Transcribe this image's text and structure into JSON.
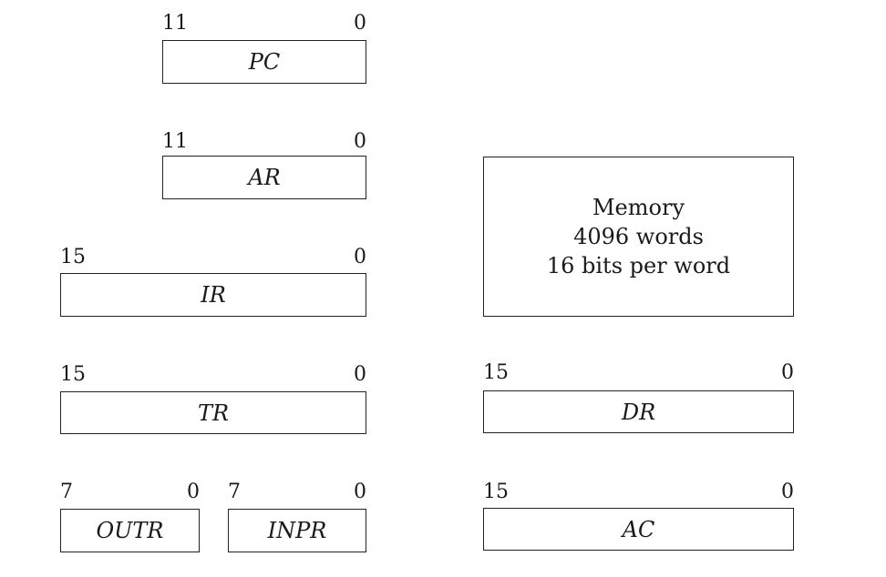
{
  "registers": {
    "pc": {
      "name": "PC",
      "msb": "11",
      "lsb": "0"
    },
    "ar": {
      "name": "AR",
      "msb": "11",
      "lsb": "0"
    },
    "ir": {
      "name": "IR",
      "msb": "15",
      "lsb": "0"
    },
    "tr": {
      "name": "TR",
      "msb": "15",
      "lsb": "0"
    },
    "outr": {
      "name": "OUTR",
      "msb": "7",
      "lsb": "0"
    },
    "inpr": {
      "name": "INPR",
      "msb": "7",
      "lsb": "0"
    },
    "dr": {
      "name": "DR",
      "msb": "15",
      "lsb": "0"
    },
    "ac": {
      "name": "AC",
      "msb": "15",
      "lsb": "0"
    }
  },
  "memory": {
    "line1": "Memory",
    "line2": "4096 words",
    "line3": "16 bits per word"
  }
}
